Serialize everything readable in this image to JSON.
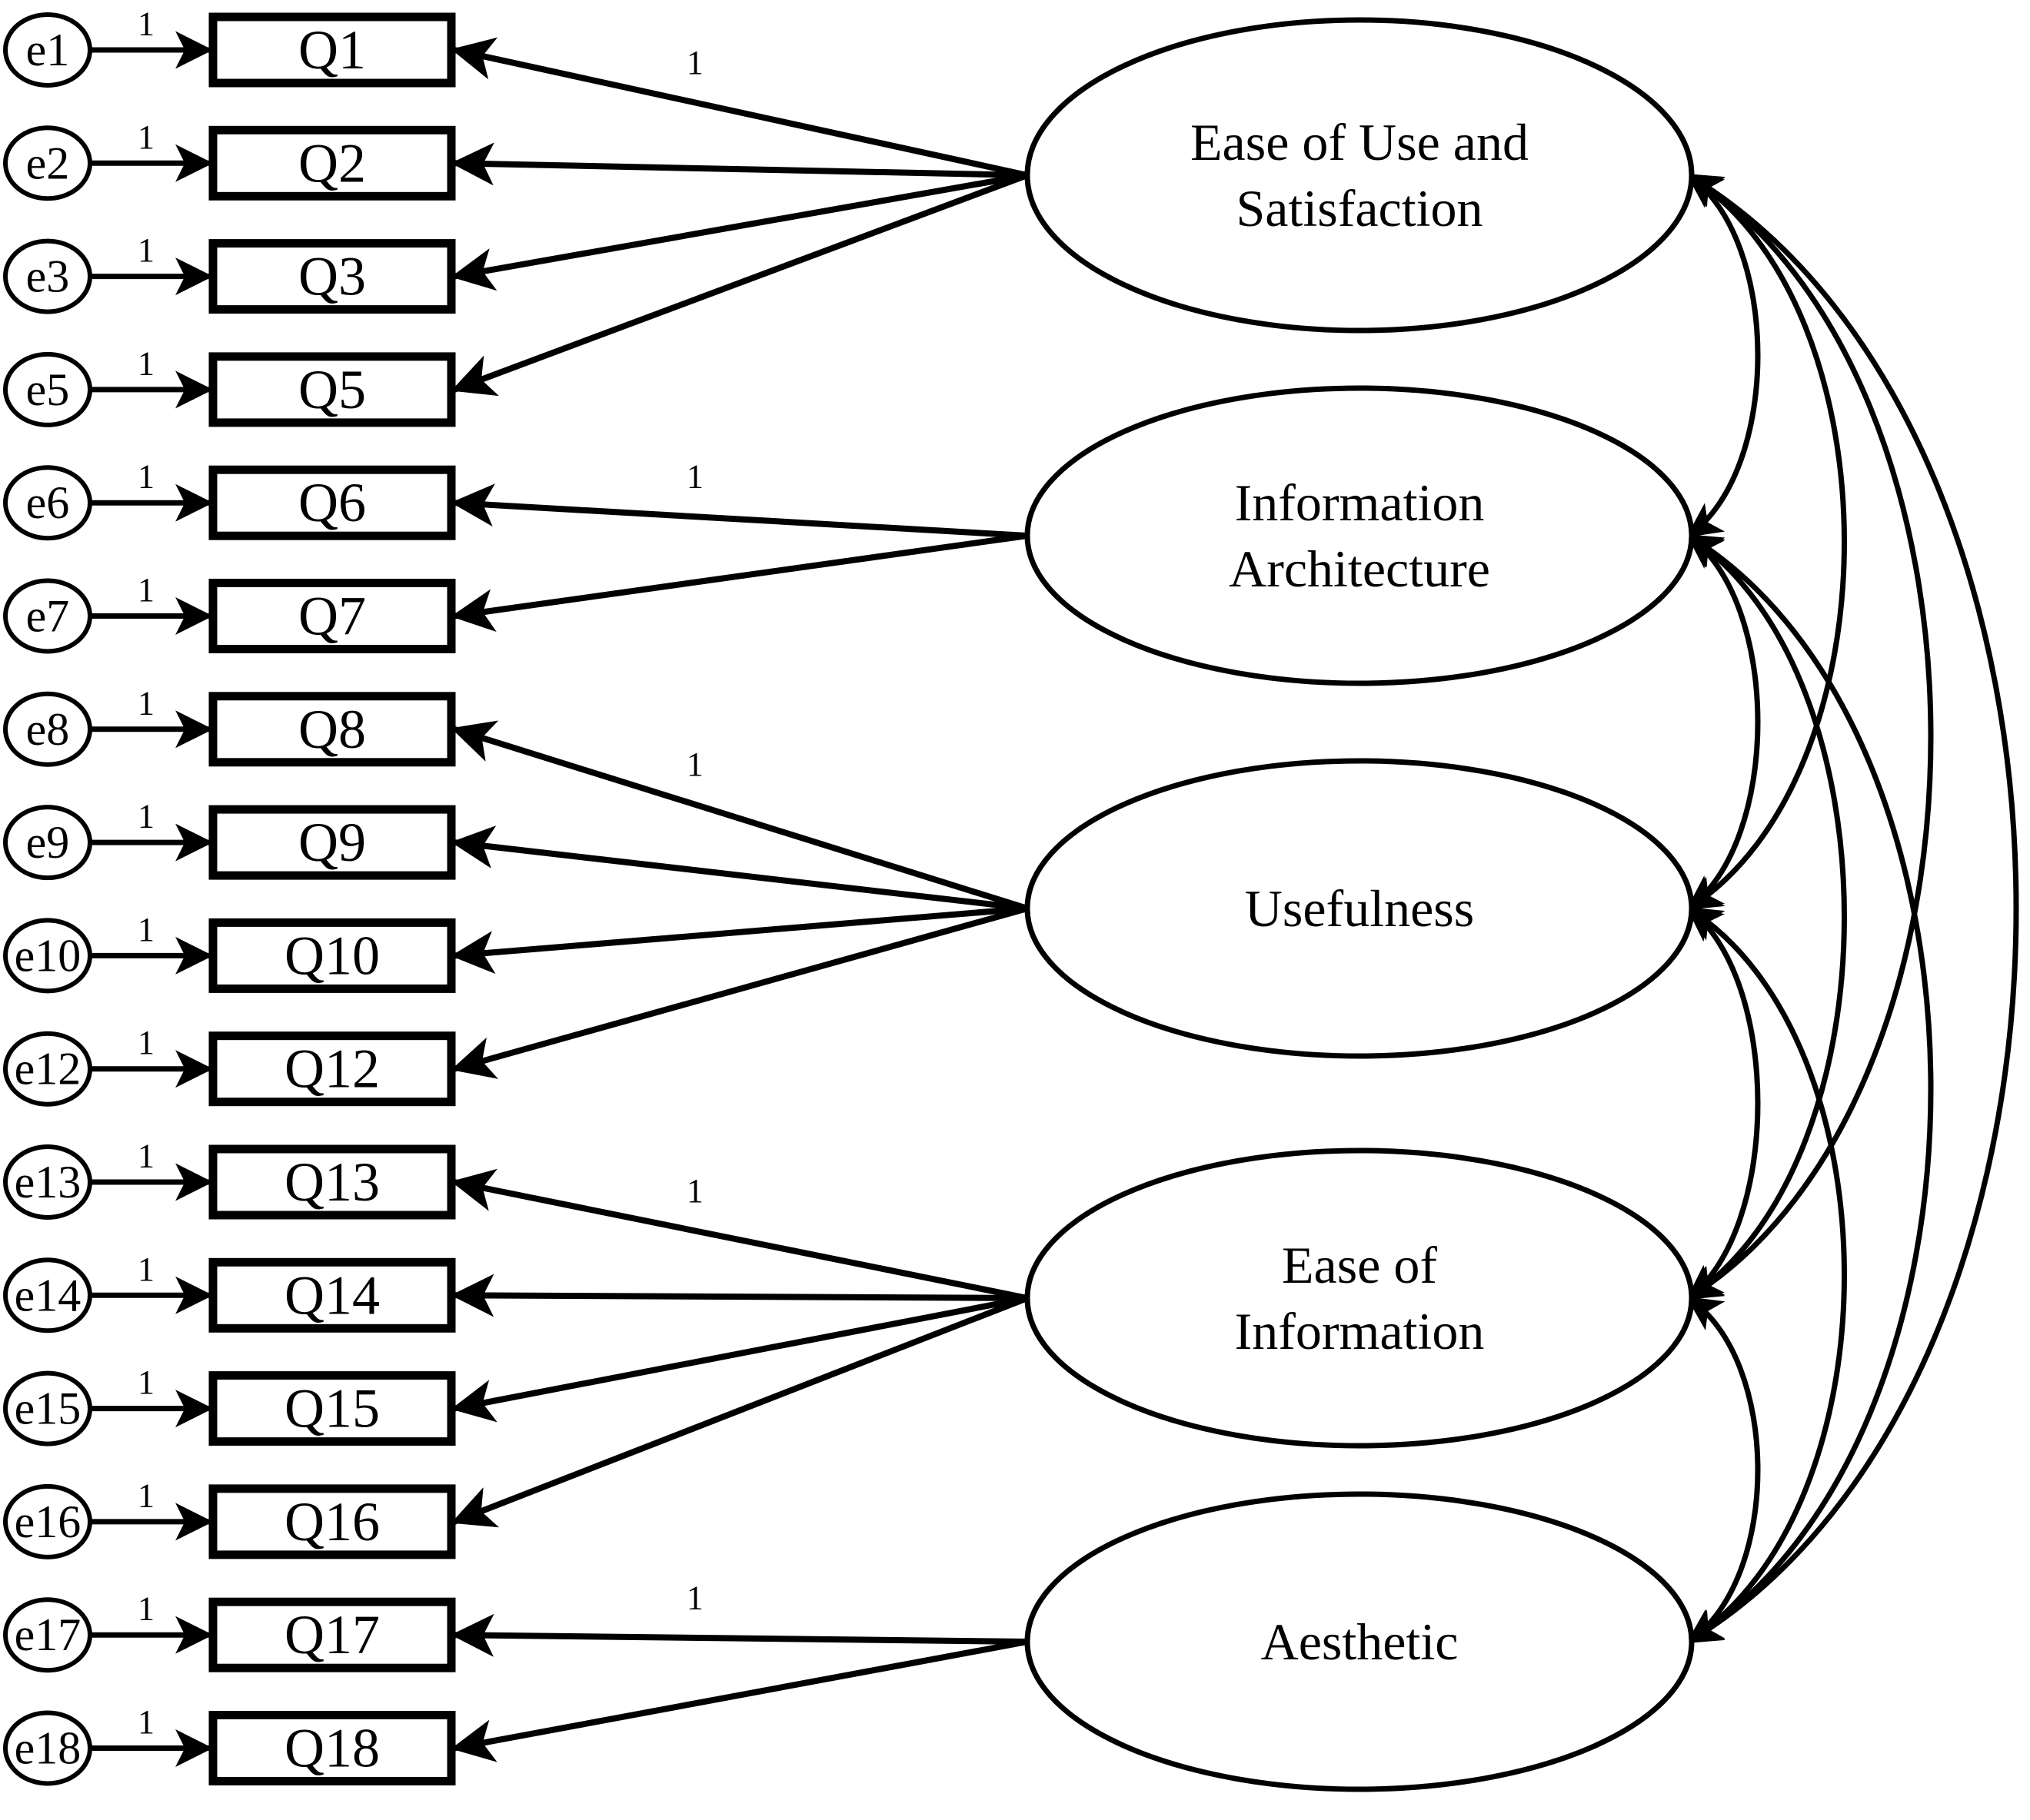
{
  "diagram": {
    "type": "confirmatory-factor-analysis-path-diagram",
    "fixed_loading_label": "1",
    "colors": {
      "stroke": "#000000",
      "fill": "#ffffff",
      "background": "#ffffff"
    },
    "errors": [
      {
        "id": "e1",
        "label": "e1",
        "indicator": "Q1",
        "weight_label": "1"
      },
      {
        "id": "e2",
        "label": "e2",
        "indicator": "Q2",
        "weight_label": "1"
      },
      {
        "id": "e3",
        "label": "e3",
        "indicator": "Q3",
        "weight_label": "1"
      },
      {
        "id": "e5",
        "label": "e5",
        "indicator": "Q5",
        "weight_label": "1"
      },
      {
        "id": "e6",
        "label": "e6",
        "indicator": "Q6",
        "weight_label": "1"
      },
      {
        "id": "e7",
        "label": "e7",
        "indicator": "Q7",
        "weight_label": "1"
      },
      {
        "id": "e8",
        "label": "e8",
        "indicator": "Q8",
        "weight_label": "1"
      },
      {
        "id": "e9",
        "label": "e9",
        "indicator": "Q9",
        "weight_label": "1"
      },
      {
        "id": "e10",
        "label": "e10",
        "indicator": "Q10",
        "weight_label": "1"
      },
      {
        "id": "e12",
        "label": "e12",
        "indicator": "Q12",
        "weight_label": "1"
      },
      {
        "id": "e13",
        "label": "e13",
        "indicator": "Q13",
        "weight_label": "1"
      },
      {
        "id": "e14",
        "label": "e14",
        "indicator": "Q14",
        "weight_label": "1"
      },
      {
        "id": "e15",
        "label": "e15",
        "indicator": "Q15",
        "weight_label": "1"
      },
      {
        "id": "e16",
        "label": "e16",
        "indicator": "Q16",
        "weight_label": "1"
      },
      {
        "id": "e17",
        "label": "e17",
        "indicator": "Q17",
        "weight_label": "1"
      },
      {
        "id": "e18",
        "label": "e18",
        "indicator": "Q18",
        "weight_label": "1"
      }
    ],
    "indicators": [
      {
        "id": "Q1",
        "label": "Q1"
      },
      {
        "id": "Q2",
        "label": "Q2"
      },
      {
        "id": "Q3",
        "label": "Q3"
      },
      {
        "id": "Q5",
        "label": "Q5"
      },
      {
        "id": "Q6",
        "label": "Q6"
      },
      {
        "id": "Q7",
        "label": "Q7"
      },
      {
        "id": "Q8",
        "label": "Q8"
      },
      {
        "id": "Q9",
        "label": "Q9"
      },
      {
        "id": "Q10",
        "label": "Q10"
      },
      {
        "id": "Q12",
        "label": "Q12"
      },
      {
        "id": "Q13",
        "label": "Q13"
      },
      {
        "id": "Q14",
        "label": "Q14"
      },
      {
        "id": "Q15",
        "label": "Q15"
      },
      {
        "id": "Q16",
        "label": "Q16"
      },
      {
        "id": "Q17",
        "label": "Q17"
      },
      {
        "id": "Q18",
        "label": "Q18"
      }
    ],
    "factors": [
      {
        "id": "F1",
        "lines": [
          "Ease of Use and",
          "Satisfaction"
        ],
        "indicators": [
          "Q1",
          "Q2",
          "Q3",
          "Q5"
        ],
        "fixed_indicator": "Q1",
        "fixed_label": "1"
      },
      {
        "id": "F2",
        "lines": [
          "Information",
          "Architecture"
        ],
        "indicators": [
          "Q6",
          "Q7"
        ],
        "fixed_indicator": "Q6",
        "fixed_label": "1"
      },
      {
        "id": "F3",
        "lines": [
          "Usefulness"
        ],
        "indicators": [
          "Q8",
          "Q9",
          "Q10",
          "Q12"
        ],
        "fixed_indicator": "Q8",
        "fixed_label": "1"
      },
      {
        "id": "F4",
        "lines": [
          "Ease of",
          "Information"
        ],
        "indicators": [
          "Q13",
          "Q14",
          "Q15",
          "Q16"
        ],
        "fixed_indicator": "Q13",
        "fixed_label": "1"
      },
      {
        "id": "F5",
        "lines": [
          "Aesthetic"
        ],
        "indicators": [
          "Q17",
          "Q18"
        ],
        "fixed_indicator": "Q17",
        "fixed_label": "1"
      }
    ],
    "covariances": [
      {
        "from": "F1",
        "to": "F2"
      },
      {
        "from": "F1",
        "to": "F3"
      },
      {
        "from": "F1",
        "to": "F4"
      },
      {
        "from": "F1",
        "to": "F5"
      },
      {
        "from": "F2",
        "to": "F3"
      },
      {
        "from": "F2",
        "to": "F4"
      },
      {
        "from": "F2",
        "to": "F5"
      },
      {
        "from": "F3",
        "to": "F4"
      },
      {
        "from": "F3",
        "to": "F5"
      },
      {
        "from": "F4",
        "to": "F5"
      }
    ]
  }
}
